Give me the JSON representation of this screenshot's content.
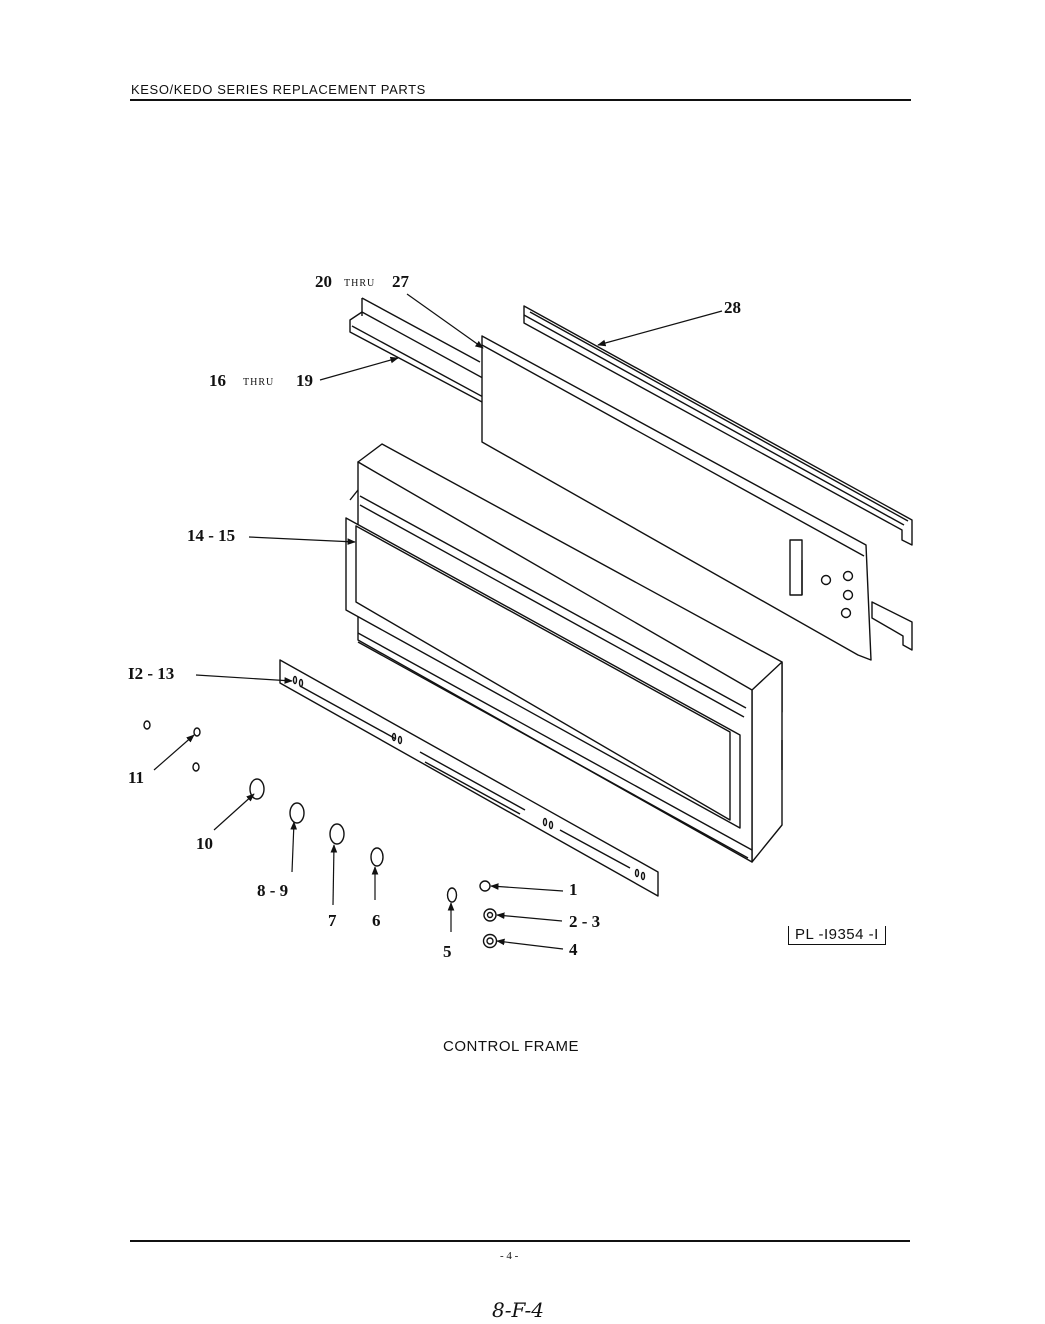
{
  "header": {
    "title": "KESO/KEDO SERIES REPLACEMENT PARTS"
  },
  "callouts": {
    "c20_27": {
      "a": "20",
      "thru": "THRU",
      "b": "27"
    },
    "c16_19": {
      "a": "16",
      "thru": "THRU",
      "b": "19"
    },
    "c28": "28",
    "c14_15": "14 - 15",
    "c12_13": "I2 - 13",
    "c11": "11",
    "c10": "10",
    "c8_9": "8 - 9",
    "c7": "7",
    "c6": "6",
    "c5": "5",
    "c1": "1",
    "c2_3": "2 - 3",
    "c4": "4"
  },
  "plate_number": "PL -I9354 -I",
  "caption": "CONTROL FRAME",
  "page_number": "- 4 -",
  "handwritten_note": "8-F-4"
}
